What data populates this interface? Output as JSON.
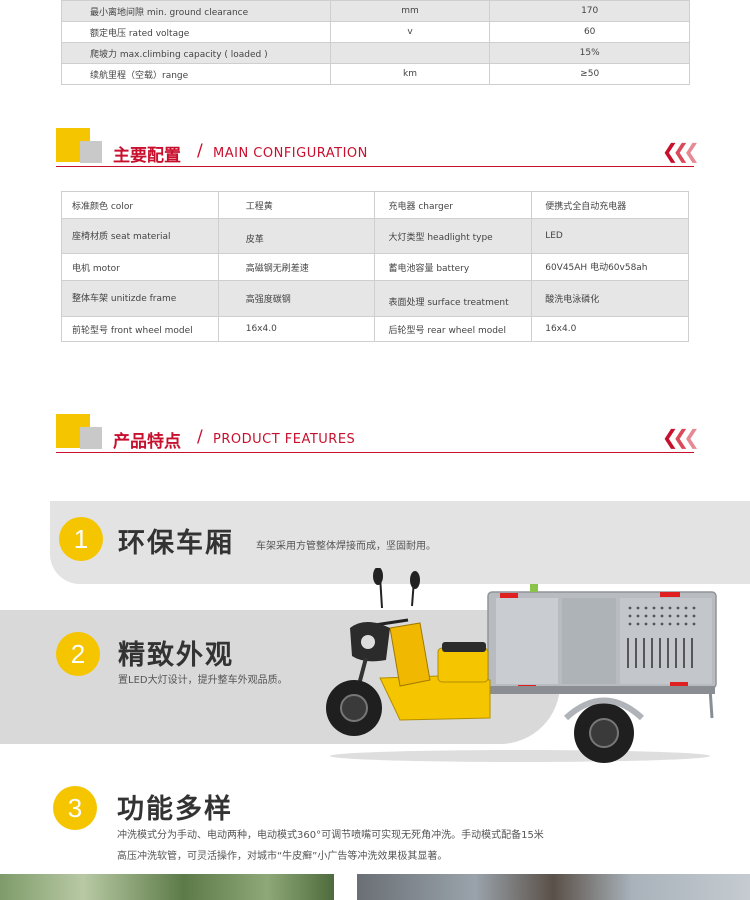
{
  "specs": [
    {
      "label": "最小离地间隙 min. ground clearance",
      "unit": "mm",
      "value": "170"
    },
    {
      "label": "额定电压 rated voltage",
      "unit": "v",
      "value": "60"
    },
    {
      "label": "爬坡力 max.climbing capacity ( loaded )",
      "unit": "",
      "value": "15%"
    },
    {
      "label": "续航里程（空载）range",
      "unit": "km",
      "value": "≥50"
    }
  ],
  "config_header": {
    "title_cn": "主要配置",
    "slash": "/",
    "title_en": "MAIN CONFIGURATION"
  },
  "config": [
    [
      "标准颜色 color",
      "工程黄",
      "充电器 charger",
      "便携式全自动充电器"
    ],
    [
      "座椅材质 seat material",
      "皮革",
      "大灯类型 headlight type",
      "LED"
    ],
    [
      "电机 motor",
      "高磁钢无刷差速",
      "蓄电池容量 battery",
      "60V45AH 电动60v58ah"
    ],
    [
      "整体车架 unitizde frame",
      "高强度碳钢",
      "表面处理 surface treatment",
      "酸洗电泳磷化"
    ],
    [
      "前轮型号 front wheel model",
      "16x4.0",
      "后轮型号 rear wheel model",
      "16x4.0"
    ]
  ],
  "features_header": {
    "title_cn": "产品特点",
    "slash": "/",
    "title_en": "PRODUCT FEATURES"
  },
  "features": [
    {
      "num": "1",
      "title": "环保车厢",
      "desc": "车架采用方管整体焊接而成，坚固耐用。"
    },
    {
      "num": "2",
      "title": "精致外观",
      "desc": "置LED大灯设计，提升整车外观品质。"
    },
    {
      "num": "3",
      "title": "功能多样",
      "desc_line1": "冲洗模式分为手动、电动两种，电动模式360°可调节喷嘴可实现无死角冲洗。手动模式配备15米",
      "desc_line2": "高压冲洗软管，可灵活操作，对城市“牛皮癣”小广告等冲洗效果极其显著。"
    }
  ],
  "colors": {
    "accent": "#c8102e",
    "yellow": "#f5c500",
    "gray": "#c9c9c9"
  }
}
